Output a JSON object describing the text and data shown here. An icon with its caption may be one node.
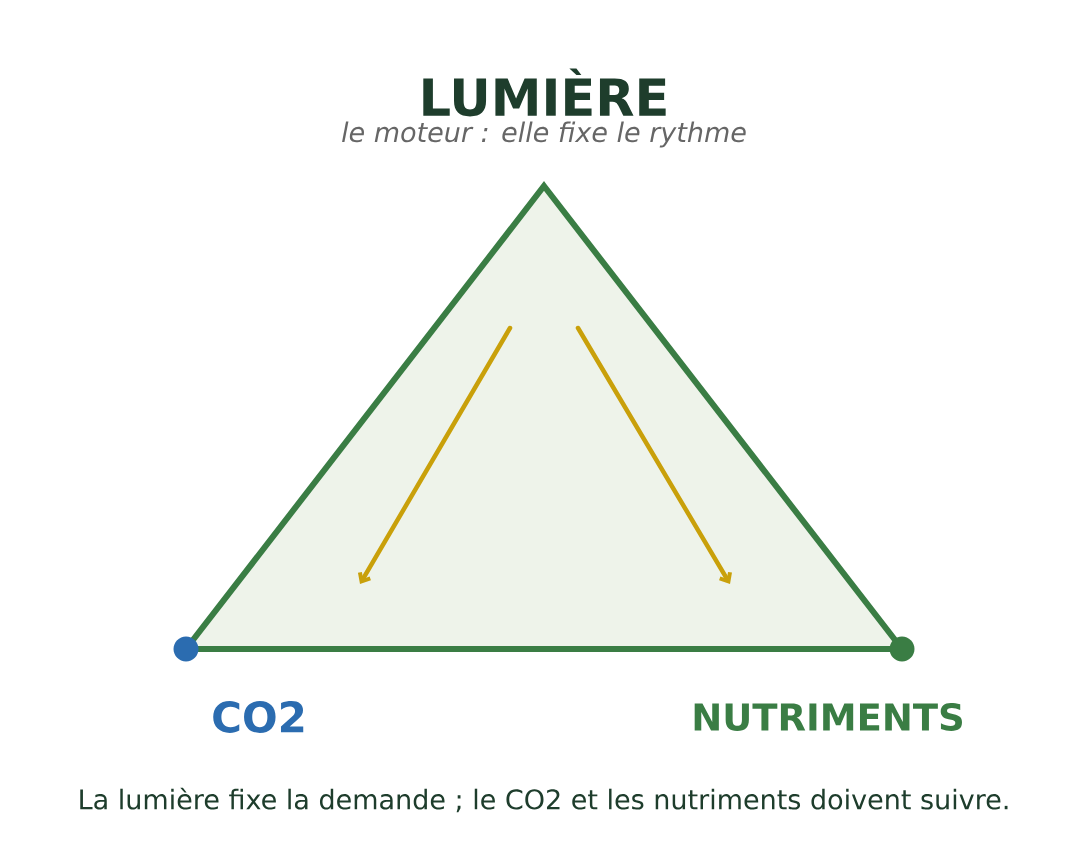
{
  "diagram": {
    "caption": "La lumière fixe la demande ; le CO2 et les nutriments doivent suivre.",
    "nodes": [
      {
        "text": [
          "LUMIÈRE",
          "le moteur : elle fixe le rythme"
        ]
      },
      {
        "text": [
          "CO2"
        ]
      },
      {
        "text": [
          "NUTRIMENTS"
        ]
      }
    ]
  }
}
